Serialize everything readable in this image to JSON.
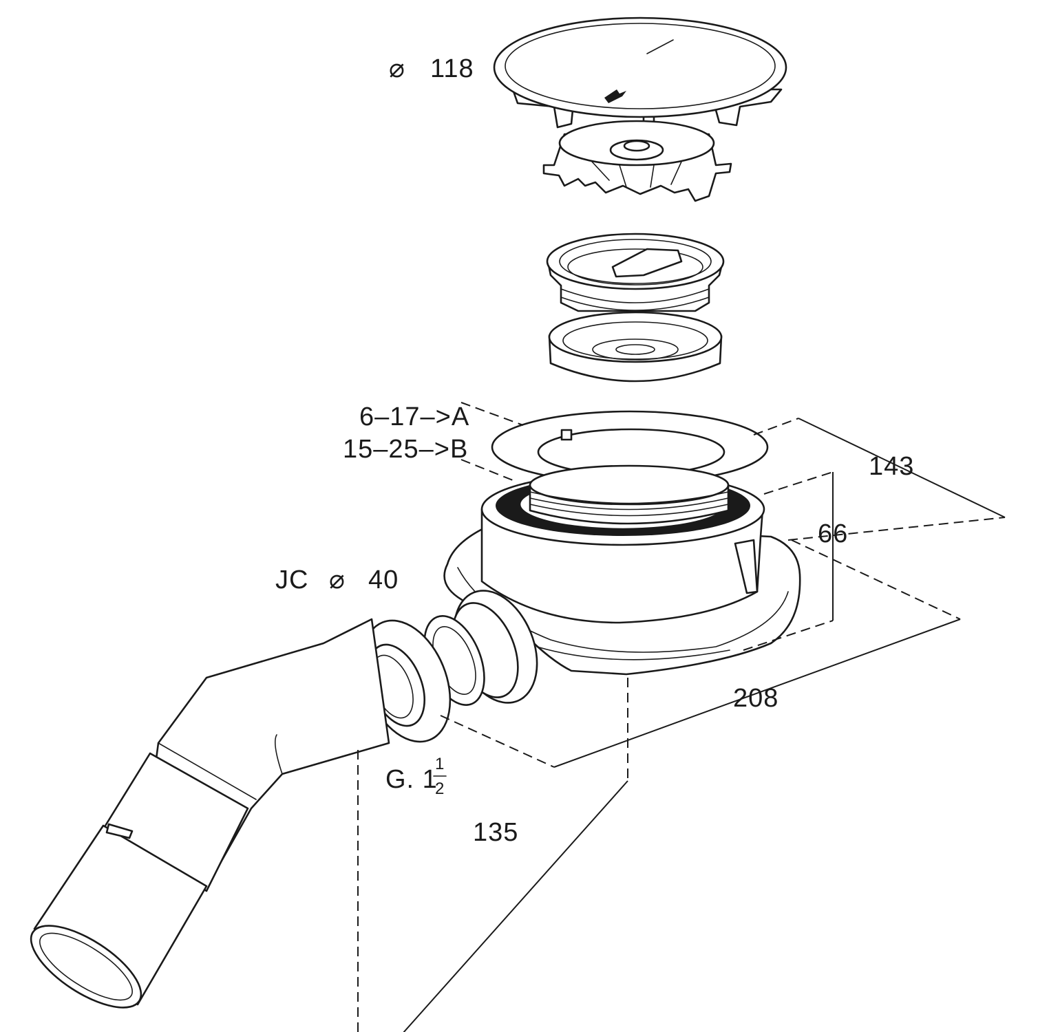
{
  "labels": {
    "cover_diameter_symbol": "⌀",
    "cover_diameter": "118",
    "adjust_a": "6–17–>A",
    "adjust_b": "15–25–>B",
    "pipe_prefix": "JC",
    "pipe_symbol": "⌀",
    "pipe_diameter": "40",
    "thread_prefix": "G. 1",
    "thread_num": "1",
    "thread_den": "2"
  },
  "dimensions": {
    "width_143": "143",
    "height_66": "66",
    "length_208": "208",
    "offset_135": "135"
  },
  "colors": {
    "line": "#1a1a1a",
    "background": "#ffffff"
  }
}
